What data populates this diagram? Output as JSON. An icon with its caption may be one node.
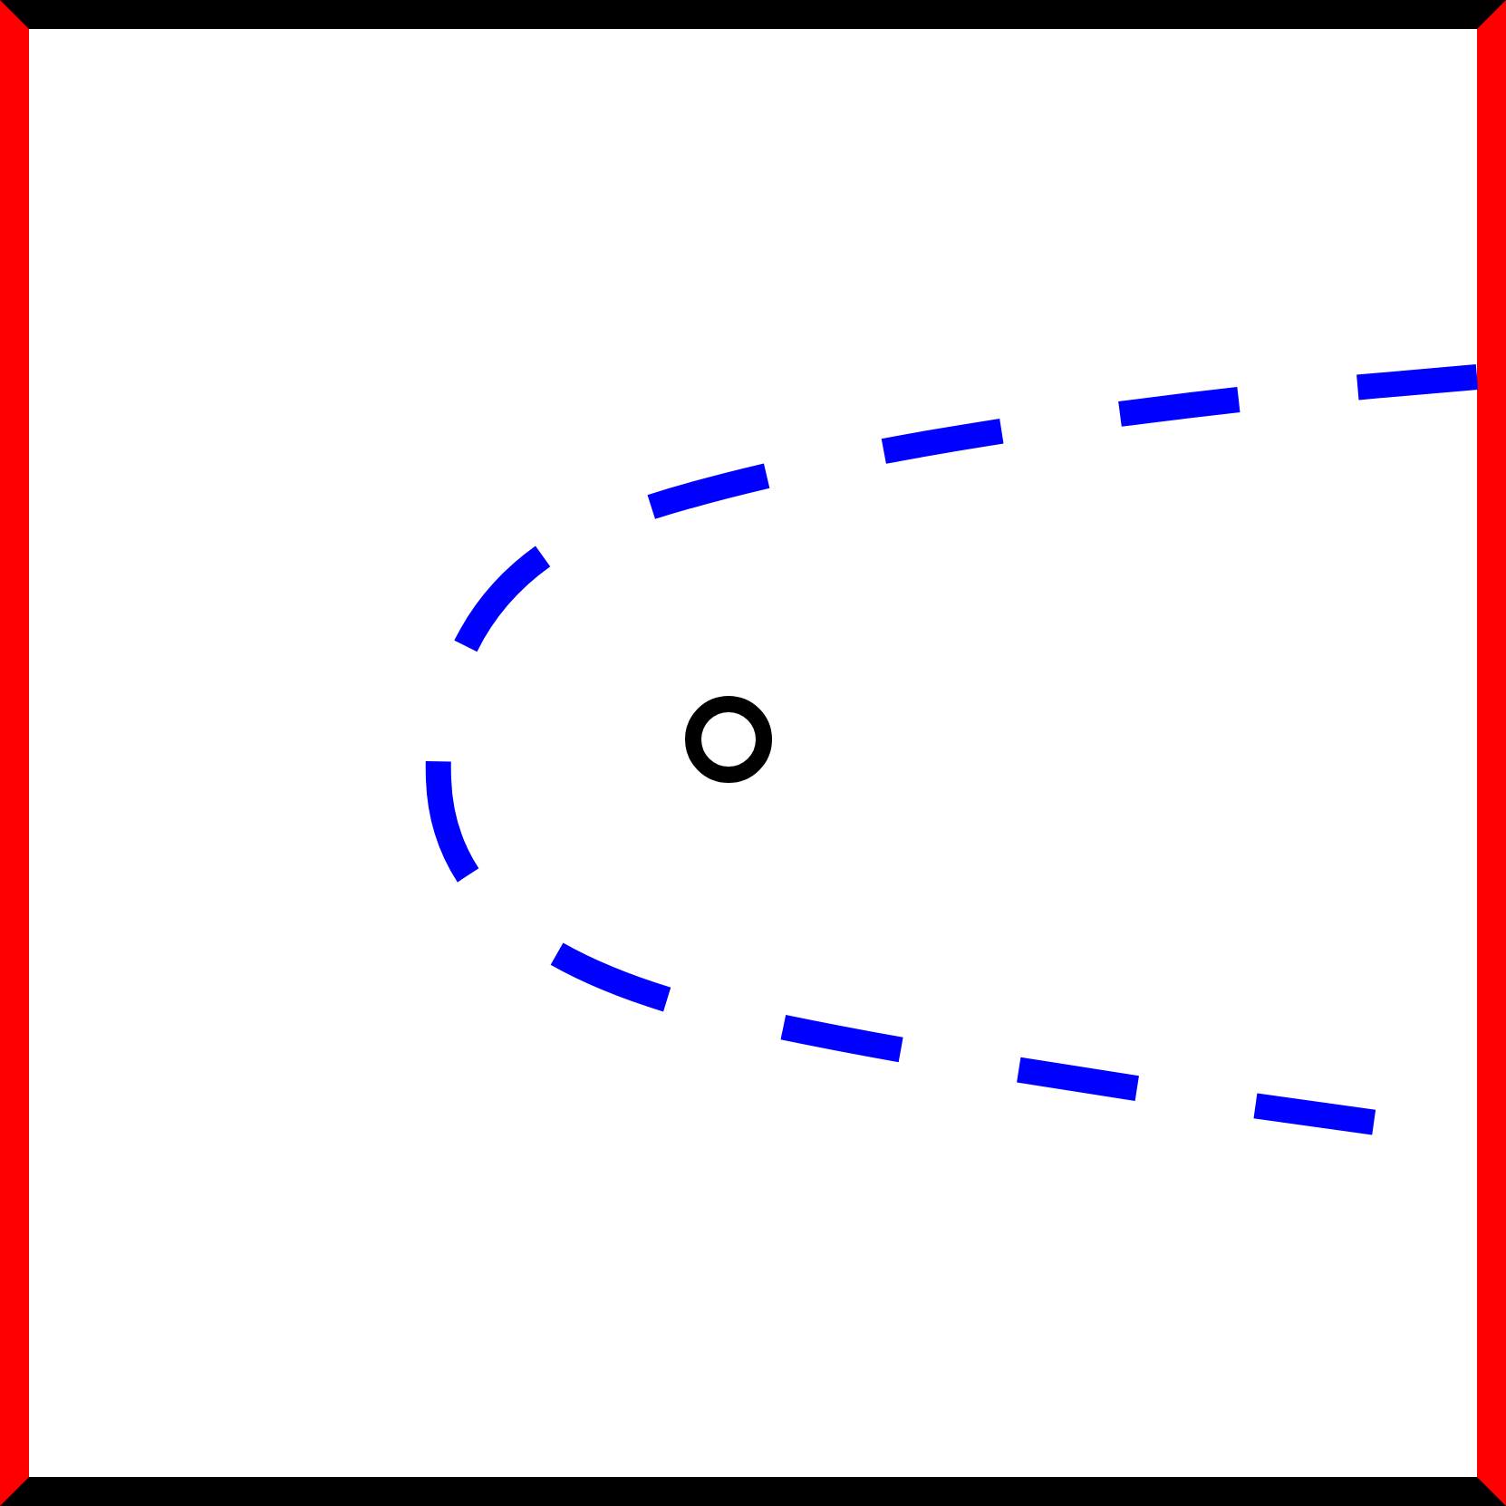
{
  "diagram": {
    "nodes": [
      {
        "text": [],
        "shape": "box"
      },
      {
        "text": [],
        "shape": "circle",
        "in": 0
      }
    ]
  }
}
